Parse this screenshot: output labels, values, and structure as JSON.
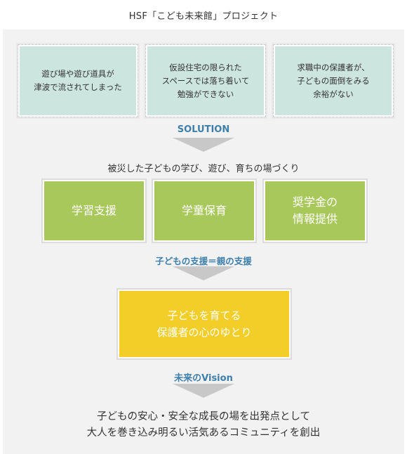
{
  "header": {
    "title": "HSF「こども未来館」プロジェクト"
  },
  "problems": [
    "遊び場や遊び道具が\n津波で流されてしまった",
    "仮設住宅の限られた\nスペースでは落ち着いて\n勉強ができない",
    "求職中の保護者が、\n子どもの面倒をみる\n余裕がない"
  ],
  "labels": {
    "solution": "SOLUTION",
    "support": "子どもの支援＝親の支援",
    "vision": "未来のVision"
  },
  "subtitle": "被災した子どもの学び、遊び、育ちの場づくり",
  "solutions": [
    "学習支援",
    "学童保育",
    "奨学金の\n情報提供"
  ],
  "core": "子どもを育てる\n保護者の心のゆとり",
  "vision_text": "子どもの安心・安全な成長の場を出発点として\n大人を巻き込み明るい活気あるコミュニティを創出",
  "colors": {
    "problem_box": "#cde5df",
    "solution_box": "#a8c85c",
    "core_box": "#f3cd28",
    "label_blue": "#3d7faa",
    "arrow": "#c8c8c8"
  }
}
